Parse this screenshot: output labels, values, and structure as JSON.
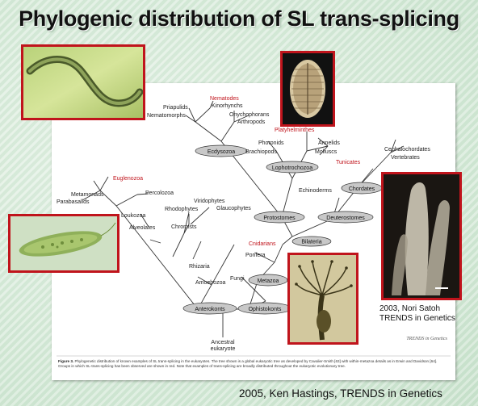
{
  "slide": {
    "title": "Phylogenic distribution of SL trans-splicing",
    "credit_main": "2005, Ken Hastings, TRENDS in Genetics",
    "credit_side_line1": "2003, Nori Satoh",
    "credit_side_line2": "TRENDS in Genetics"
  },
  "colors": {
    "highlight_red": "#c0141c",
    "node_fill": "#c8c8c8",
    "line": "#333333"
  },
  "tree": {
    "labels": {
      "nematodes": "Nematodes",
      "priapulids": "Priapulids",
      "kinorhynchs": "Kinorhynchs",
      "nematomorphs": "Nematomorphs",
      "onychophorans": "Onychophorans",
      "arthropods": "Arthropods",
      "platyhelminthes": "Platyhelminthes",
      "phoronids": "Phoronids",
      "annelids": "Annelids",
      "brachiopods": "Brachiopods",
      "molluscs": "Molluscs",
      "tunicates": "Tunicates",
      "cephalochordates": "Cephalochordates",
      "vertebrates": "Vertebrates",
      "euglenozoa": "Euglenozoa",
      "metamonads": "Metamonads",
      "percolozoa": "Percolozoa",
      "parabasalids": "Parabasalids",
      "viridophytes": "Viridophytes",
      "rhodophytes": "Rhodophytes",
      "glaucophytes": "Glaucophytes",
      "loukozoa": "Loukozoa",
      "alveolates": "Alveolates",
      "chromists": "Chromists",
      "echinoderms": "Echinoderms",
      "cnidarians": "Cnidarians",
      "porifera": "Porifera",
      "rhizaria": "Rhizaria",
      "amoebozoa": "Amoebozoa",
      "fungi": "Fungi",
      "ancestral_1": "Ancestral",
      "ancestral_2": "eukaryote"
    },
    "nodes": {
      "ecdysozoa": "Ecdysozoa",
      "lophotrochozoa": "Lophotrochozoa",
      "chordates": "Chordates",
      "protostomes": "Protostomes",
      "deuterostomes": "Deuterostomes",
      "bilateria": "Bilateria",
      "metazoa": "Metazoa",
      "anterokonts": "Anterokonts",
      "ophistokonts": "Ophistokonts"
    },
    "caption_label": "Figure 3.",
    "caption_text": "Phylogenetic distribution of known examples of SL trans-splicing in the eukaryotes. The tree shown is a global eukaryotic tree as developed by Cavalier-Smith [63] with within-metazoa details as in Erwin and Davidson [64]. Groups in which SL-trans-splicing has been observed are shown in red. Note that examples of trans-splicing are broadly distributed throughout the eukaryotic evolutionary tree.",
    "journal_tag": "TRENDS in Genetics"
  },
  "photos": {
    "nematode": "nematode-photo",
    "flatworm": "flatworm-photo",
    "euglena": "euglena-photo",
    "hydra": "hydra-photo",
    "tunicate": "tunicate-photo"
  }
}
